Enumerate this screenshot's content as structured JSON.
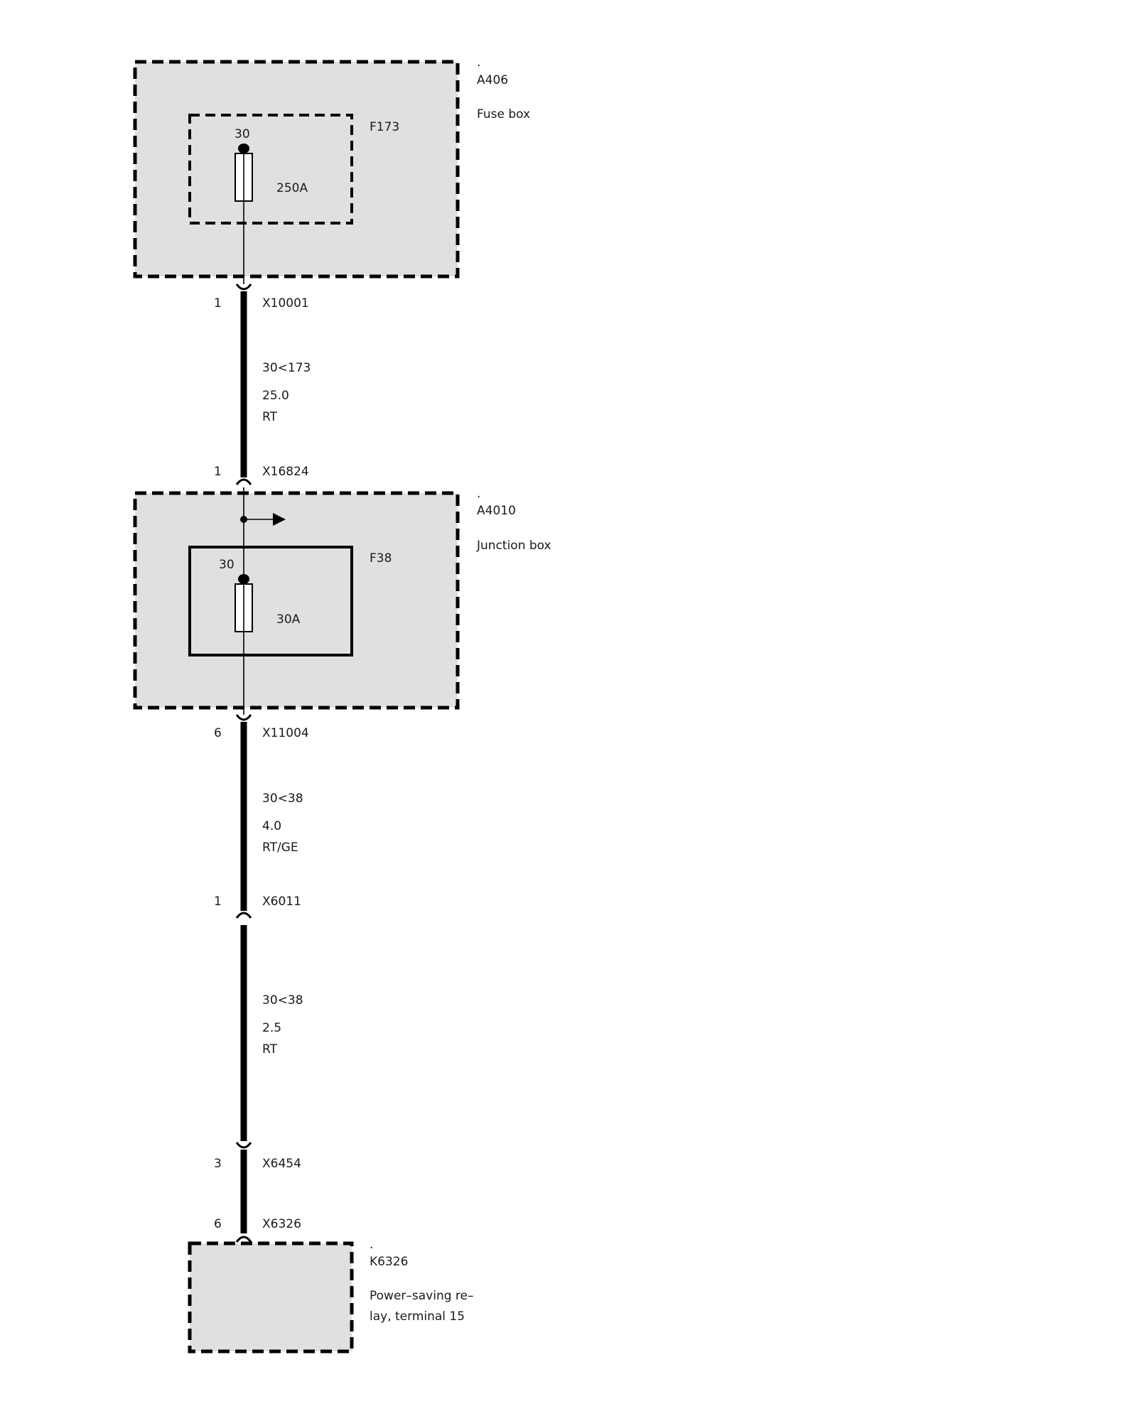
{
  "components": {
    "a406": {
      "dot": ".",
      "id": "A406",
      "name": "Fuse box"
    },
    "a4010": {
      "dot": ".",
      "id": "A4010",
      "name": "Junction box"
    },
    "k6326": {
      "dot": ".",
      "id": "K6326",
      "name_line1": "Power–saving re–",
      "name_line2": "lay, terminal 15"
    }
  },
  "fuses": {
    "f173": {
      "id": "F173",
      "terminal": "30",
      "rating": "250A"
    },
    "f38": {
      "id": "F38",
      "terminal": "30",
      "rating": "30A"
    }
  },
  "connectors": {
    "x10001": {
      "pin": "1",
      "id": "X10001"
    },
    "x16824": {
      "pin": "1",
      "id": "X16824"
    },
    "x11004": {
      "pin": "6",
      "id": "X11004"
    },
    "x6011": {
      "pin": "1",
      "id": "X6011"
    },
    "x6454": {
      "pin": "3",
      "id": "X6454"
    },
    "x6326": {
      "pin": "6",
      "id": "X6326"
    }
  },
  "wires": {
    "w1": {
      "signal": "30<173",
      "gauge": "25.0",
      "color": "RT"
    },
    "w2": {
      "signal": "30<38",
      "gauge": "4.0",
      "color": "RT/GE"
    },
    "w3": {
      "signal": "30<38",
      "gauge": "2.5",
      "color": "RT"
    }
  }
}
